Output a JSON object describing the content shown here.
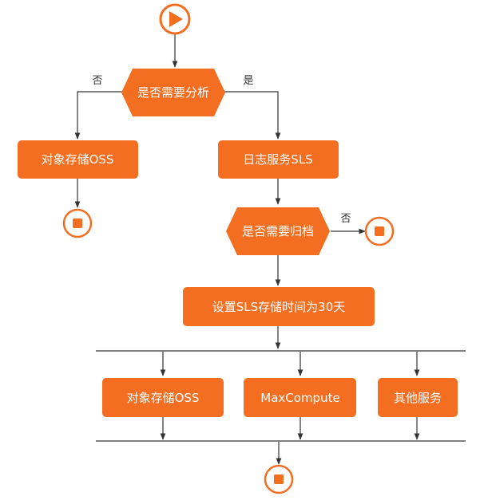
{
  "colors": {
    "accent": "#f36e21",
    "line": "#333333"
  },
  "nodes": {
    "start": {
      "icon": "play-icon"
    },
    "decision_analyze": {
      "label": "是否需要分析"
    },
    "oss_left": {
      "label": "对象存储OSS"
    },
    "sls": {
      "label": "日志服务SLS"
    },
    "stop_left": {
      "icon": "stop-icon"
    },
    "decision_archive": {
      "label": "是否需要归档"
    },
    "stop_right": {
      "icon": "stop-icon"
    },
    "set_retention": {
      "label": "设置SLS存储时间为30天"
    },
    "oss_bottom": {
      "label": "对象存储OSS"
    },
    "maxcompute": {
      "label": "MaxCompute"
    },
    "other_services": {
      "label": "其他服务"
    },
    "end": {
      "icon": "stop-icon"
    }
  },
  "edge_labels": {
    "analyze_no": "否",
    "analyze_yes": "是",
    "archive_no": "否"
  }
}
